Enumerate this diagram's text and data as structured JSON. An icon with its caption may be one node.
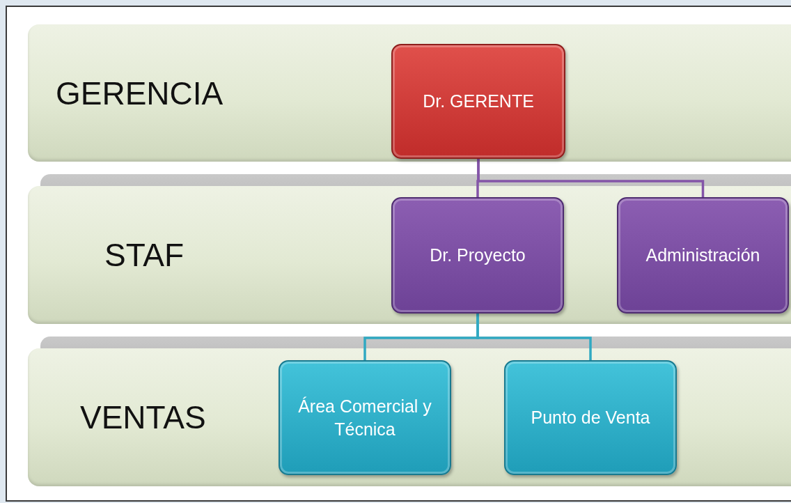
{
  "diagram": {
    "nodes": [
      {
        "text": [
          "GERENCIA"
        ]
      },
      {
        "text": [
          "Dr. GERENTE"
        ],
        "in": 0
      },
      {
        "text": [
          "STAF"
        ]
      },
      {
        "text": [
          "Dr. Proyecto"
        ],
        "in": 2
      },
      {
        "text": [
          "Administración"
        ],
        "in": 2
      },
      {
        "text": [
          "VENTAS"
        ]
      },
      {
        "text": [
          "Área Comercial y Técnica"
        ],
        "in": 5
      },
      {
        "text": [
          "Punto de Venta"
        ],
        "in": 5
      }
    ],
    "edges": [
      {
        "from": 1,
        "to": 3,
        "arrow": "none",
        "color": "#8455a8"
      },
      {
        "from": 1,
        "to": 4,
        "arrow": "none",
        "color": "#8455a8"
      },
      {
        "from": 3,
        "to": 6,
        "arrow": "none",
        "color": "#30a9c2"
      },
      {
        "from": 3,
        "to": 7,
        "arrow": "none",
        "color": "#30a9c2"
      }
    ]
  }
}
